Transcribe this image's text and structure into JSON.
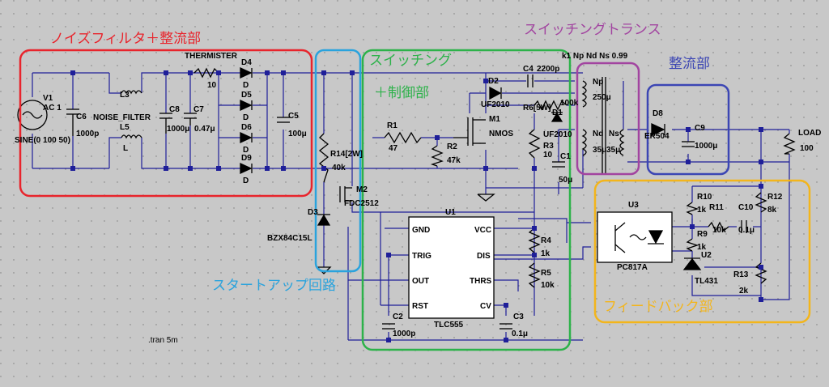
{
  "sections": {
    "noise_filter": {
      "title": "ノイズフィルタ＋整流部",
      "color": "#e8242c"
    },
    "startup": {
      "title": "スタートアップ回路",
      "color": "#2aa3dd"
    },
    "switching": {
      "title": "スイッチング",
      "subtitle": "＋制御部",
      "color": "#2db24a"
    },
    "transformer": {
      "title": "スイッチングトランス",
      "color": "#a244a0"
    },
    "rectifier": {
      "title": "整流部",
      "color": "#3c46b4"
    },
    "feedback": {
      "title": "フィードバック部",
      "color": "#f3b51b"
    }
  },
  "labels": {
    "v1": "V1",
    "v1_ac": "AC 1",
    "sine": "SINE(0 100 50)",
    "c6": "C6",
    "c6v": "1000p",
    "l3": "L3",
    "noise_filter": "NOISE_FILTER",
    "l5": "L5",
    "l5v": "L",
    "c8": "C8",
    "c8v": "1000μ",
    "c7": "C7",
    "c7v": "0.47μ",
    "thermistor": "THERMISTER",
    "therm_v": "10",
    "d4": "D4",
    "d5": "D5",
    "d6": "D6",
    "d9": "D9",
    "d": "D",
    "c5": "C5",
    "c5v": "100μ",
    "r14": "R14[2W]",
    "r14v": "40k",
    "m2": "M2",
    "m2v": "FDC2512",
    "d3": "D3",
    "bzx": "BZX84C15L",
    "r1": "R1",
    "r1v": "47",
    "r2": "R2",
    "r2v": "47k",
    "m1": "M1",
    "nmos": "NMOS",
    "d2": "D2",
    "uf1": "UF2010",
    "c4": "C4",
    "c4v": "2200p",
    "r6": "R6[5W]",
    "r6v": "100k",
    "d1": "D1",
    "uf2": "UF2010",
    "r3": "R3",
    "r3v": "10",
    "c1": "C1",
    "c1v": "50μ",
    "k1": "k1 Np Nd Ns 0.99",
    "np": "Np",
    "np_v": "250μ",
    "nd": "Nd",
    "nd_v": "35μ",
    "ns": "Ns",
    "ns_v": "35μ",
    "d8": "D8",
    "er504": "ER504",
    "c9": "C9",
    "c9v": "1000μ",
    "load": "LOAD",
    "load_v": "100",
    "u1": "U1",
    "gnd": "GND",
    "vcc": "VCC",
    "trig": "TRIG",
    "dis": "DIS",
    "out": "OUT",
    "thrs": "THRS",
    "rst": "RST",
    "cv": "CV",
    "tlc555": "TLC555",
    "r4": "R4",
    "r4v": "1k",
    "r5": "R5",
    "r5v": "10k",
    "c2": "C2",
    "c2v": "1000p",
    "c3": "C3",
    "c3v": "0.1μ",
    "u3": "U3",
    "pc817a": "PC817A",
    "r10": "R10",
    "r10v": "1k",
    "r11": "R11",
    "r11v": "10k",
    "c10": "C10",
    "c10v": "0.1μ",
    "r12": "R12",
    "r12v": "8k",
    "r9": "R9",
    "r9v": "1k",
    "u2": "U2",
    "tl431": "TL431",
    "r13": "R13",
    "r13v": "2k",
    "tran": ".tran 5m"
  }
}
